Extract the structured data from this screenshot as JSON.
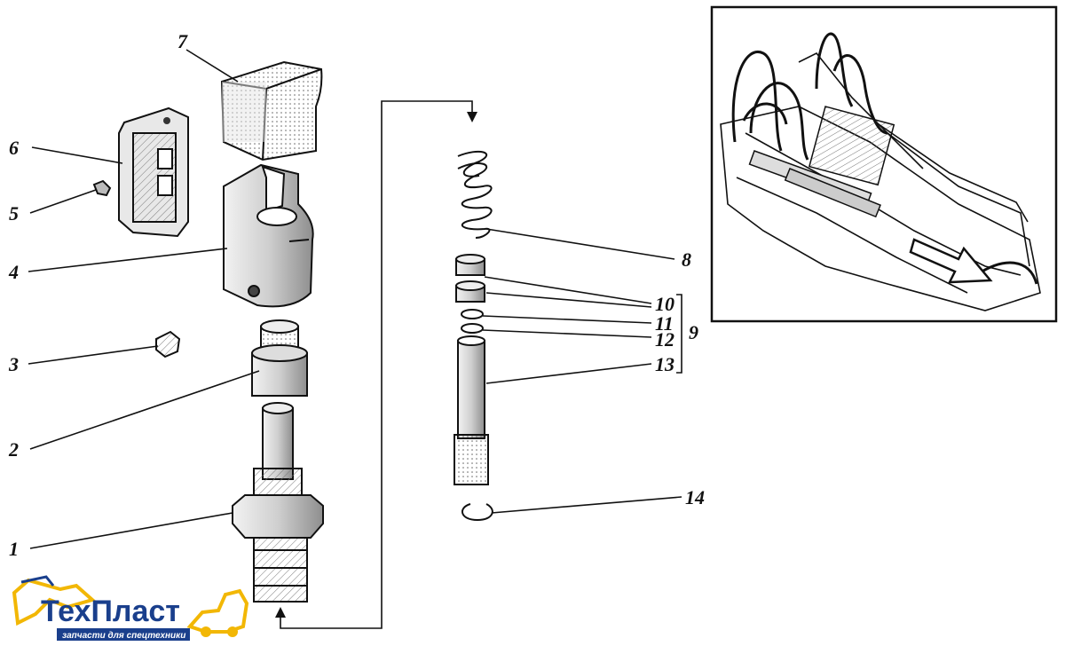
{
  "callouts": {
    "c1": "1",
    "c2": "2",
    "c3": "3",
    "c4": "4",
    "c5": "5",
    "c6": "6",
    "c7": "7",
    "c8": "8",
    "c9": "9",
    "c10": "10",
    "c11": "11",
    "c12": "12",
    "c13": "13",
    "c14": "14"
  },
  "logo": {
    "name": "ТехПласт",
    "tagline": "запчасти для спецтехники",
    "colors": {
      "brand": "#1a3f8c",
      "accent": "#f2b705"
    }
  }
}
